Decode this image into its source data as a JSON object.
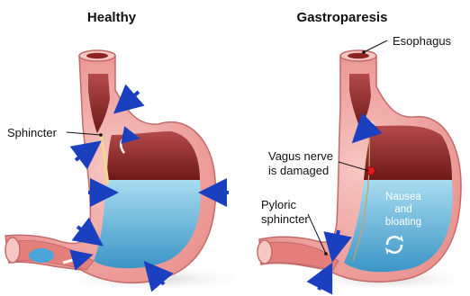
{
  "panels": {
    "healthy": {
      "title": "Healthy",
      "labels": {
        "sphincter": "Sphincter"
      }
    },
    "gastroparesis": {
      "title": "Gastroparesis",
      "labels": {
        "esophagus": "Esophagus",
        "vagus_line1": "Vagus nerve",
        "vagus_line2": "is damaged",
        "pyloric_line1": "Pyloric",
        "pyloric_line2": "sphincter",
        "inner_line1": "Nausea",
        "inner_line2": "and",
        "inner_line3": "bloating"
      }
    }
  },
  "colors": {
    "stomach_wall": "#f2a7a7",
    "wall_edge": "#c46a6a",
    "interior_dark": "#8c2424",
    "fluid": "#5fb6dc",
    "arrow": "#1a3fbf",
    "vagus_dot": "#e11b1b"
  },
  "icons": {
    "contraction_arrow": "blue-arrow-icon",
    "food_bolus": "blue-ellipse",
    "recycle": "circular-arrows-icon"
  }
}
